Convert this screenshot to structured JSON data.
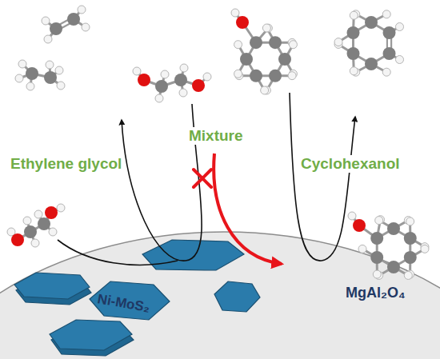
{
  "diagram": {
    "labels": [
      "Mixture",
      "Ethylene glycol",
      "Cyclohexanol",
      "Ni-MoS₂",
      "MgAl₂O₄"
    ]
  }
}
